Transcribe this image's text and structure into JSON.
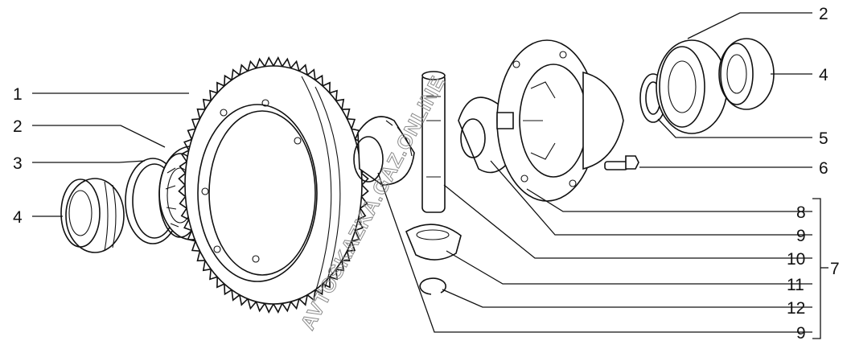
{
  "diagram": {
    "watermark": "AVTOSKAZKA.GAZ.ONLINE",
    "callouts": [
      {
        "id": "c1",
        "text": "1"
      },
      {
        "id": "c2-left",
        "text": "2"
      },
      {
        "id": "c3",
        "text": "3"
      },
      {
        "id": "c4-left",
        "text": "4"
      },
      {
        "id": "c2-right",
        "text": "2"
      },
      {
        "id": "c4-right",
        "text": "4"
      },
      {
        "id": "c5",
        "text": "5"
      },
      {
        "id": "c6",
        "text": "6"
      },
      {
        "id": "c8",
        "text": "8"
      },
      {
        "id": "c9-top",
        "text": "9"
      },
      {
        "id": "c10",
        "text": "10"
      },
      {
        "id": "c11",
        "text": "11"
      },
      {
        "id": "c12",
        "text": "12"
      },
      {
        "id": "c9-bottom",
        "text": "9"
      },
      {
        "id": "c7",
        "text": "7"
      }
    ],
    "parts": [
      "crown-gear",
      "bearing-left",
      "shim-ring-left",
      "seal-cup-left",
      "pinion-gear-left",
      "pinion-shaft",
      "side-gear-lower",
      "snap-ring",
      "side-gear-upper",
      "differential-housing",
      "speedo-drive-gear",
      "bearing-right",
      "seal-cup-right",
      "housing-bolt"
    ]
  }
}
